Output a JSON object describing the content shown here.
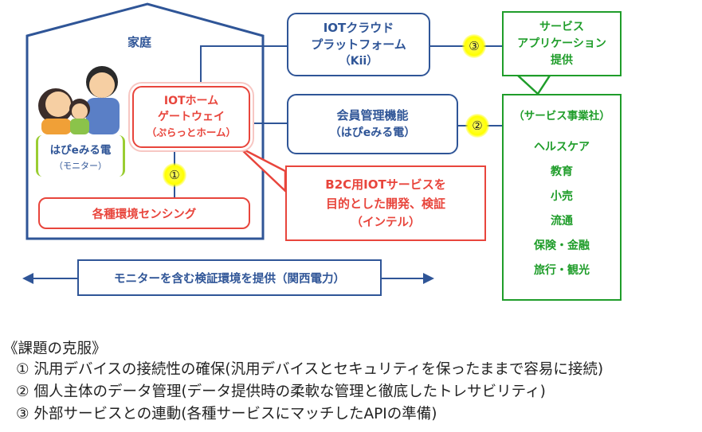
{
  "house": {
    "title": "家庭"
  },
  "monitor": {
    "name": "はぴeみる電",
    "sub": "（モニター）"
  },
  "gateway": {
    "line1": "IOTホーム",
    "line2": "ゲートウェイ",
    "line3": "（ぷらっとホーム）"
  },
  "sensing": {
    "label": "各種環境センシング"
  },
  "cloud": {
    "line1": "IOTクラウド",
    "line2": "プラットフォーム",
    "line3": "（Kii）"
  },
  "member": {
    "line1": "会員管理機能",
    "line2": "（はぴeみる電）"
  },
  "b2c": {
    "line1": "B2C用IOTサービスを",
    "line2": "目的とした開発、検証",
    "line3": "（インテル）"
  },
  "service_app": {
    "line1": "サービス",
    "line2": "アプリケーション",
    "line3": "提供"
  },
  "service_provider": {
    "title": "（サービス事業社）",
    "items": [
      "ヘルスケア",
      "教育",
      "小売",
      "流通",
      "保険・金融",
      "旅行・観光"
    ]
  },
  "markers": {
    "m1": "①",
    "m2": "②",
    "m3": "③"
  },
  "monitor_env": {
    "label": "モニターを含む検証環境を提供（関西電力）"
  },
  "issues": {
    "heading": "《課題の克服》",
    "items": [
      "① 汎用デバイスの接続性の確保(汎用デバイスとセキュリティを保ったままで容易に接続)",
      "② 個人主体のデータ管理(データ提供時の柔軟な管理と徹底したトレサビリティ)",
      "③ 外部サービスとの連動(各種サービスにマッチしたAPIの準備)"
    ]
  },
  "colors": {
    "blue": "#2f5597",
    "red": "#e8453c",
    "green": "#1f9d2a",
    "marker": "#ffff00"
  }
}
